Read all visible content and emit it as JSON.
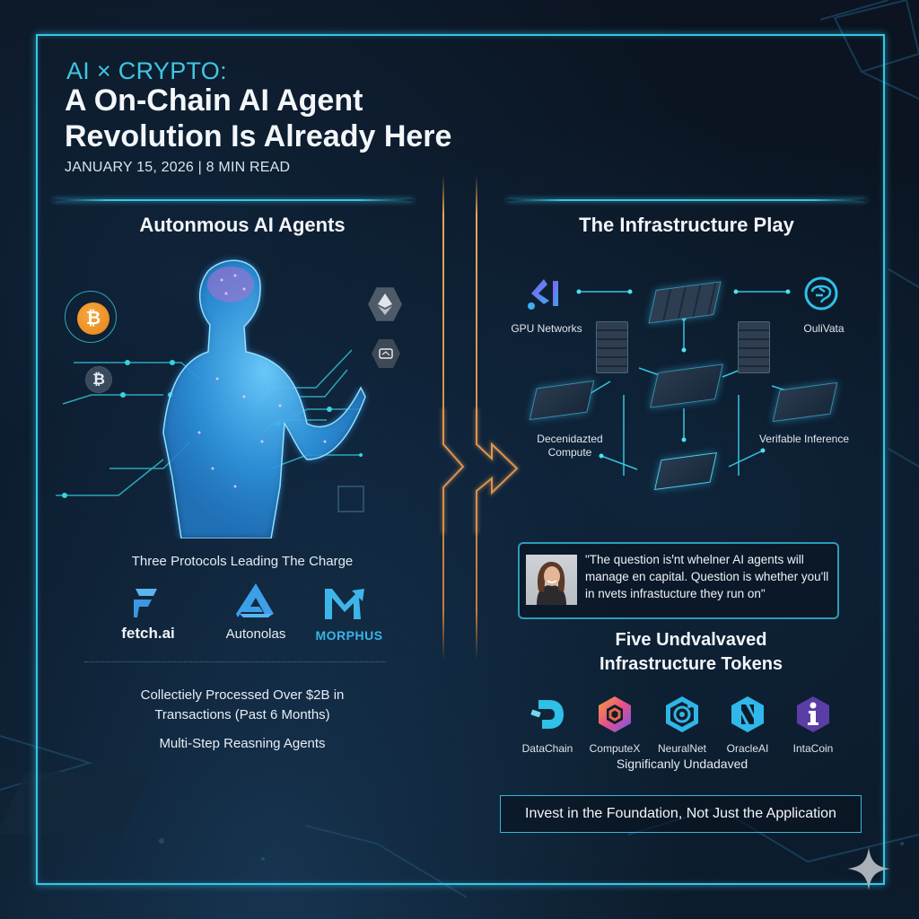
{
  "header": {
    "kicker": "AI × CRYPTO:",
    "title_line1": "A On-Chain AI Agent",
    "title_line2": "Revolution Is Already Here",
    "meta": "JANUARY 15, 2026 | 8 MIN READ"
  },
  "left": {
    "section_title": "Autonmous AI Agents",
    "figure_icons": [
      "bitcoin-icon",
      "bitcoin-icon-muted",
      "ethereum-icon",
      "network-hex-icon"
    ],
    "protocols_heading": "Three Protocols Leading The Charge",
    "protocols": [
      {
        "name": "fetch.ai",
        "icon": "fetch-ai-logo",
        "color": "#4aa8ea"
      },
      {
        "name": "Autonolas",
        "icon": "autonolas-logo",
        "color": "#3fa4e6"
      },
      {
        "name": "MORPHUS",
        "icon": "morphus-logo",
        "color": "#39b4e8"
      }
    ],
    "stat_line1": "Collectiely Processed Over $2B in",
    "stat_line2": "Transactions (Past 6 Months)",
    "stat_line3": "Multi-Step Reasning Agents"
  },
  "right": {
    "section_title": "The Infrastructure Play",
    "nodes": [
      {
        "label": "GPU Networks",
        "icon": "gpu-networks-icon"
      },
      {
        "label": "OuliVata",
        "icon": "brain-icon"
      },
      {
        "label_line1": "Decenidazted",
        "label_line2": "Compute",
        "icon": "chip-icon"
      },
      {
        "label": "Verifable Inference",
        "icon": "chip-brain-icon"
      }
    ],
    "quote": {
      "text": "\"The question isꞌnt whelner AI agents will manage en capital. Question is whether you'll in nvets infrastucture they run on\"",
      "avatar": "person-avatar"
    },
    "tokens_title_line1": "Five Undvalvaved",
    "tokens_title_line2": "Infrastructure Tokens",
    "tokens": [
      {
        "name": "DataChain",
        "icon": "datachain-icon",
        "color": "#2ec0e8"
      },
      {
        "name": "ComputeX",
        "icon": "computex-icon",
        "color": "#e86a4a"
      },
      {
        "name": "NeuralNet",
        "icon": "neuralnet-icon",
        "color": "#2fb6e8"
      },
      {
        "name": "OracleAI",
        "icon": "oracleai-icon",
        "color": "#30b8ec"
      },
      {
        "name": "IntaCoin",
        "icon": "intacoin-icon",
        "color": "#5a3ea6"
      }
    ],
    "tokens_sub": "Significanly Undadaved",
    "cta": "Invest in the Foundation, Not Just the Application"
  },
  "colors": {
    "accent": "#35c6e6",
    "divider": "#e09a4a",
    "background": "#0a121e"
  }
}
